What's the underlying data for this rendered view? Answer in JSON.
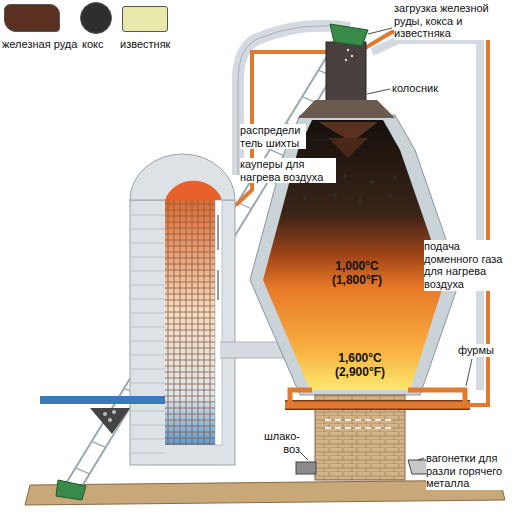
{
  "diagram": {
    "labels": [
      "загрузка железной руды, кокса и известняка",
      "колосник",
      "распредели тель шихты",
      "кауперы для нагрева воздуха",
      "1,000°C (1,800°F)",
      "подача доменного газа для нагрева воздуха",
      "фурмы",
      "1,600°C (2,900°F)",
      "шлако- воз",
      "вагонетки для разли горячего металла"
    ],
    "legend": [
      {
        "text": "железная руда",
        "color": "#5a3020"
      },
      {
        "text": "кокс",
        "color": "#2e2e2e"
      },
      {
        "text": "известняк",
        "color": "#e8e8a8"
      }
    ]
  }
}
